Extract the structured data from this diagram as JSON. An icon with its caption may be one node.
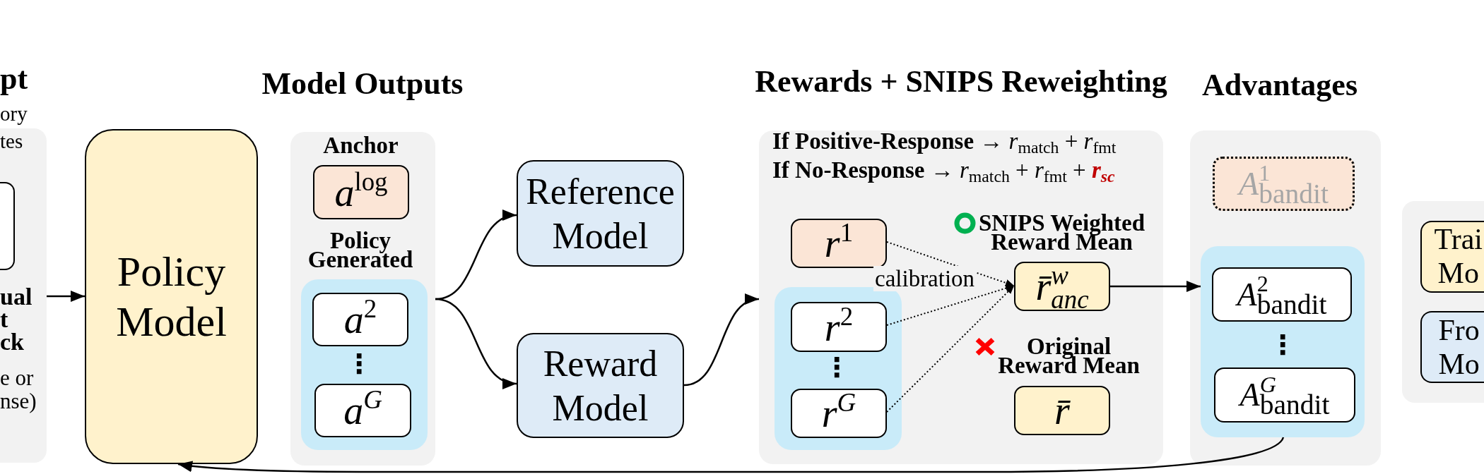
{
  "diagram": {
    "nodes": [
      {
        "text": [
          "pt",
          "ory tes",
          "ual t ck",
          "e or nse)"
        ]
      },
      {
        "text": [],
        "shape": "box",
        "in": 0
      },
      {
        "text": [
          "Policy Model"
        ]
      },
      {
        "text": [
          "Model Outputs"
        ]
      },
      {
        "text": [
          "Anchor",
          "a$^{log}$"
        ],
        "in": 3
      },
      {
        "text": [
          "Policy Generated"
        ],
        "in": 3
      },
      {
        "text": [
          "a$^{2}$"
        ],
        "in": 5
      },
      {
        "text": [
          "a$^{G}$"
        ],
        "in": 5
      },
      {
        "text": [
          "Reference Model"
        ]
      },
      {
        "text": [
          "Reward Model"
        ]
      },
      {
        "text": [
          "Rewards + SNIPS Reweighting",
          "**If Positive-Response →** *r*$_{match}$ + *r*$_{fmt}$",
          "**If No-Response →** *r*$_{match}$ + *r*$_{fmt}$ + **r$_{sc}$**"
        ]
      },
      {
        "text": [
          "r$^{1}$"
        ],
        "in": 10
      },
      {
        "text": [],
        "shape": "box",
        "in": 10
      },
      {
        "text": [
          "r$^{2}$"
        ],
        "in": 12
      },
      {
        "text": [
          "r$^{G}$"
        ],
        "in": 12
      },
      {
        "text": [
          "SNIPS Weighted Reward Mean",
          "r̄$^{w}$$_{anc}$"
        ],
        "in": 10
      },
      {
        "text": [
          "Original Reward Mean",
          "r̄"
        ],
        "in": 10
      },
      {
        "text": [
          "Advantages"
        ]
      },
      {
        "text": [
          "A$^{1}$$_{bandit}$"
        ],
        "in": 17
      },
      {
        "text": [],
        "shape": "box",
        "in": 17
      },
      {
        "text": [
          "A$^{2}$$_{bandit}$"
        ],
        "in": 19
      },
      {
        "text": [
          "A$^{G}$$_{bandit}$"
        ],
        "in": 19
      },
      {
        "text": [],
        "shape": "box"
      },
      {
        "text": [
          "Trai Mo"
        ],
        "in": 22
      },
      {
        "text": [
          "Fro Mo"
        ],
        "in": 22
      }
    ],
    "edges": [
      {
        "from": 0,
        "to": 2,
        "arrow": "to"
      },
      {
        "from": 3,
        "to": 8,
        "arrow": "to"
      },
      {
        "from": 3,
        "to": 9,
        "arrow": "to"
      },
      {
        "from": 9,
        "to": 10,
        "arrow": "to"
      },
      {
        "from": 11,
        "to": 15,
        "arrow": "to",
        "style": "dashed",
        "label": "calibration"
      },
      {
        "from": 13,
        "to": 15,
        "arrow": "to",
        "style": "dashed"
      },
      {
        "from": 14,
        "to": 15,
        "arrow": "to",
        "style": "dashed"
      },
      {
        "from": 15,
        "to": 19,
        "arrow": "to"
      },
      {
        "from": 19,
        "to": 2,
        "arrow": "to"
      }
    ],
    "labels": [
      "⋮",
      "⋮",
      "⋮"
    ]
  }
}
